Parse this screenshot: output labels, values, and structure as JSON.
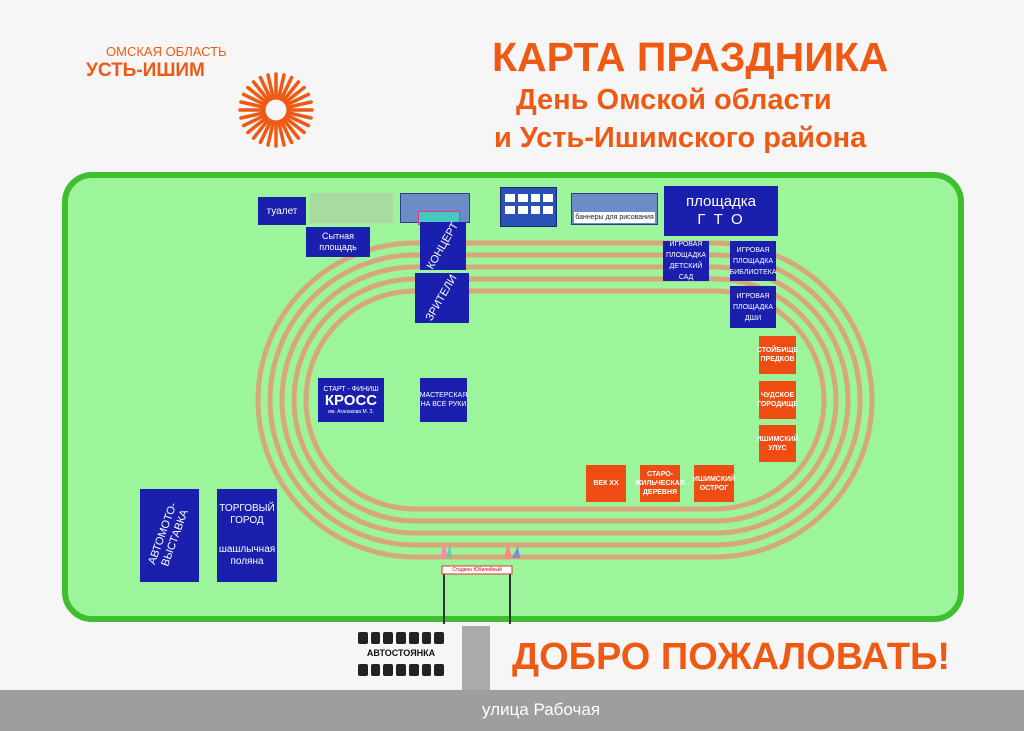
{
  "logo": {
    "region": "ОМСКАЯ ОБЛАСТЬ",
    "town": "УСТЬ-ИШИМ"
  },
  "header": {
    "title": "КАРТА ПРАЗДНИКА",
    "subtitle1": "День Омской области",
    "subtitle2": "и Усть-Ишимского района"
  },
  "zones": {
    "toilet": "туалет",
    "food_square": "Сытная площадь",
    "concert": "КОНЦЕРТ",
    "spectators": "ЗРИТЕЛИ",
    "banners": "баннеры для рисования",
    "gto_line1": "площадка",
    "gto_line2": "Г Т О",
    "play_kindergarten": "ИГРОВАЯ ПЛОЩАДКА ДЕТСКИЙ САД",
    "play_library": "ИГРОВАЯ ПЛОЩАДКА БИБЛИОТЕКА",
    "play_dshi": "ИГРОВАЯ ПЛОЩАДКА ДШИ",
    "start_finish": "СТАРТ - ФИНИШ",
    "cross": "КРОСС",
    "cross_name": "им. Агалакова М. З.",
    "workshop": "МАСТЕРСКАЯ НА ВСЕ РУКИ",
    "stoybishe": "СТОЙБИЩЕ ПРЕДКОВ",
    "gorodishe": "ЧУДСКОЕ ГОРОДИЩЕ",
    "ulus": "ИШИМСКИЙ УЛУС",
    "vek": "ВЕК XX",
    "derevnya": "СТАРО-ЖИЛЬЧЕСКАЯ ДЕРЕВНЯ",
    "ostrog": "ИШИМСКИЙ ОСТРОГ",
    "auto_expo": "АВТОМОТО-ВЫСТАВКА",
    "trade_town": "ТОРГОВЫЙ ГОРОД",
    "shashlik": "шашлычная поляна",
    "gate_sign": "Стадион Юбилейный"
  },
  "parking": "АВТОСТОЯНКА",
  "welcome": "ДОБРО ПОЖАЛОВАТЬ!",
  "street": "улица Рабочая",
  "colors": {
    "accent": "#ee5a14",
    "field": "#9cf59a",
    "border": "#3fbf2e",
    "zone_blue": "#1a1fae",
    "zone_orange": "#ee4c12",
    "track": "#d6a77a"
  }
}
